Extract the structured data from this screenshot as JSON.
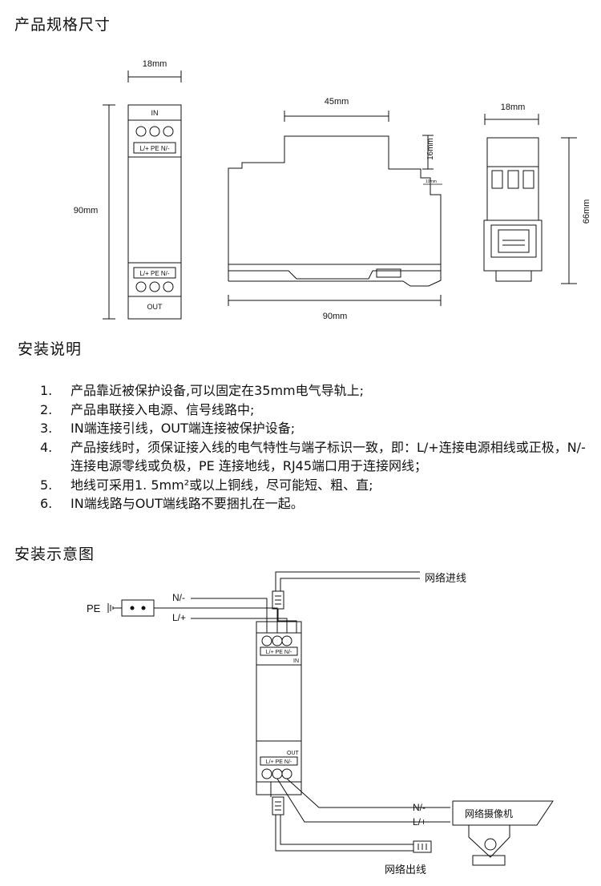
{
  "sections": {
    "dimensions_title": "产品规格尺寸",
    "install_title": "安装说明",
    "diagram_title": "安装示意图"
  },
  "dimensions": {
    "front": {
      "width": "18mm",
      "height": "90mm",
      "top_label": "IN",
      "bottom_label": "OUT",
      "terminal_top": "L/+ PE  N/-",
      "terminal_bottom": "L/+  PE  N/-"
    },
    "side": {
      "width_top": "45mm",
      "height_top": "16mm",
      "width_bottom": "90mm",
      "small": "10mm"
    },
    "end": {
      "width": "18mm",
      "height": "66mm"
    }
  },
  "instructions": [
    {
      "num": "1.",
      "text": "产品靠近被保护设备,可以固定在35mm电气导轨上;"
    },
    {
      "num": "2.",
      "text": "产品串联接入电源、信号线路中;"
    },
    {
      "num": "3.",
      "text": "IN端连接引线，OUT端连接被保护设备;"
    },
    {
      "num": "4.",
      "text": "产品接线时，须保证接入线的电气特性与端子标识一致，即：L/+连接电源相线或正极，N/-连接电源零线或负极，PE 连接地线，RJ45端口用于连接网线；"
    },
    {
      "num": "5.",
      "text": "地线可采用1. 5mm²或以上铜线，尽可能短、粗、直;"
    },
    {
      "num": "6.",
      "text": "IN端线路与OUT端线路不要捆扎在一起。"
    }
  ],
  "wiring": {
    "pe": "PE",
    "n_in": "N/-",
    "l_in": "L/+",
    "net_in": "网络进线",
    "net_out": "网络出线",
    "n_out": "N/-",
    "l_out": "L/+",
    "camera": "网络摄像机",
    "dev_in": "IN",
    "dev_out": "OUT",
    "dev_term_top": "L/+  PE  N/-",
    "dev_term_bottom": "L/+  PE  N/-"
  }
}
